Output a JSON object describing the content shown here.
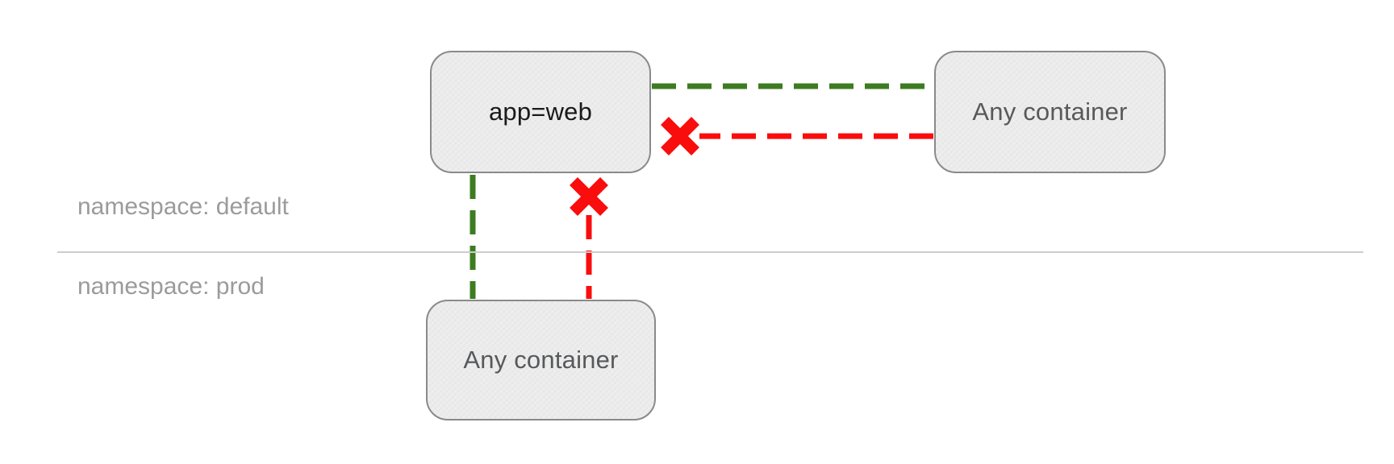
{
  "diagram": {
    "title": "network policy diagram",
    "namespaces": [
      {
        "id": "default",
        "label": "namespace: default"
      },
      {
        "id": "prod",
        "label": "namespace: prod"
      }
    ],
    "nodes": [
      {
        "id": "app-web",
        "label": "app=web",
        "namespace": "default"
      },
      {
        "id": "any-container-default",
        "label": "Any container",
        "namespace": "default"
      },
      {
        "id": "any-container-prod",
        "label": "Any container",
        "namespace": "prod"
      }
    ],
    "edges": [
      {
        "from": "app-web",
        "to": "any-container-default",
        "style": "dashed",
        "status": "allowed"
      },
      {
        "from": "any-container-default",
        "to": "app-web",
        "style": "dashed",
        "status": "blocked"
      },
      {
        "from": "app-web",
        "to": "any-container-prod",
        "style": "dashed",
        "status": "allowed"
      },
      {
        "from": "any-container-prod",
        "to": "app-web",
        "style": "dashed",
        "status": "blocked"
      }
    ],
    "colors": {
      "allowed": "#3d7c21",
      "blocked": "#f90d0d",
      "node_fill": "#eeeeee",
      "node_border": "#8a8a8a",
      "node_text_primary": "#1a1a1a",
      "node_text_secondary": "#58595b",
      "namespace_label": "#9b9b9b",
      "divider": "#cccccc"
    }
  }
}
